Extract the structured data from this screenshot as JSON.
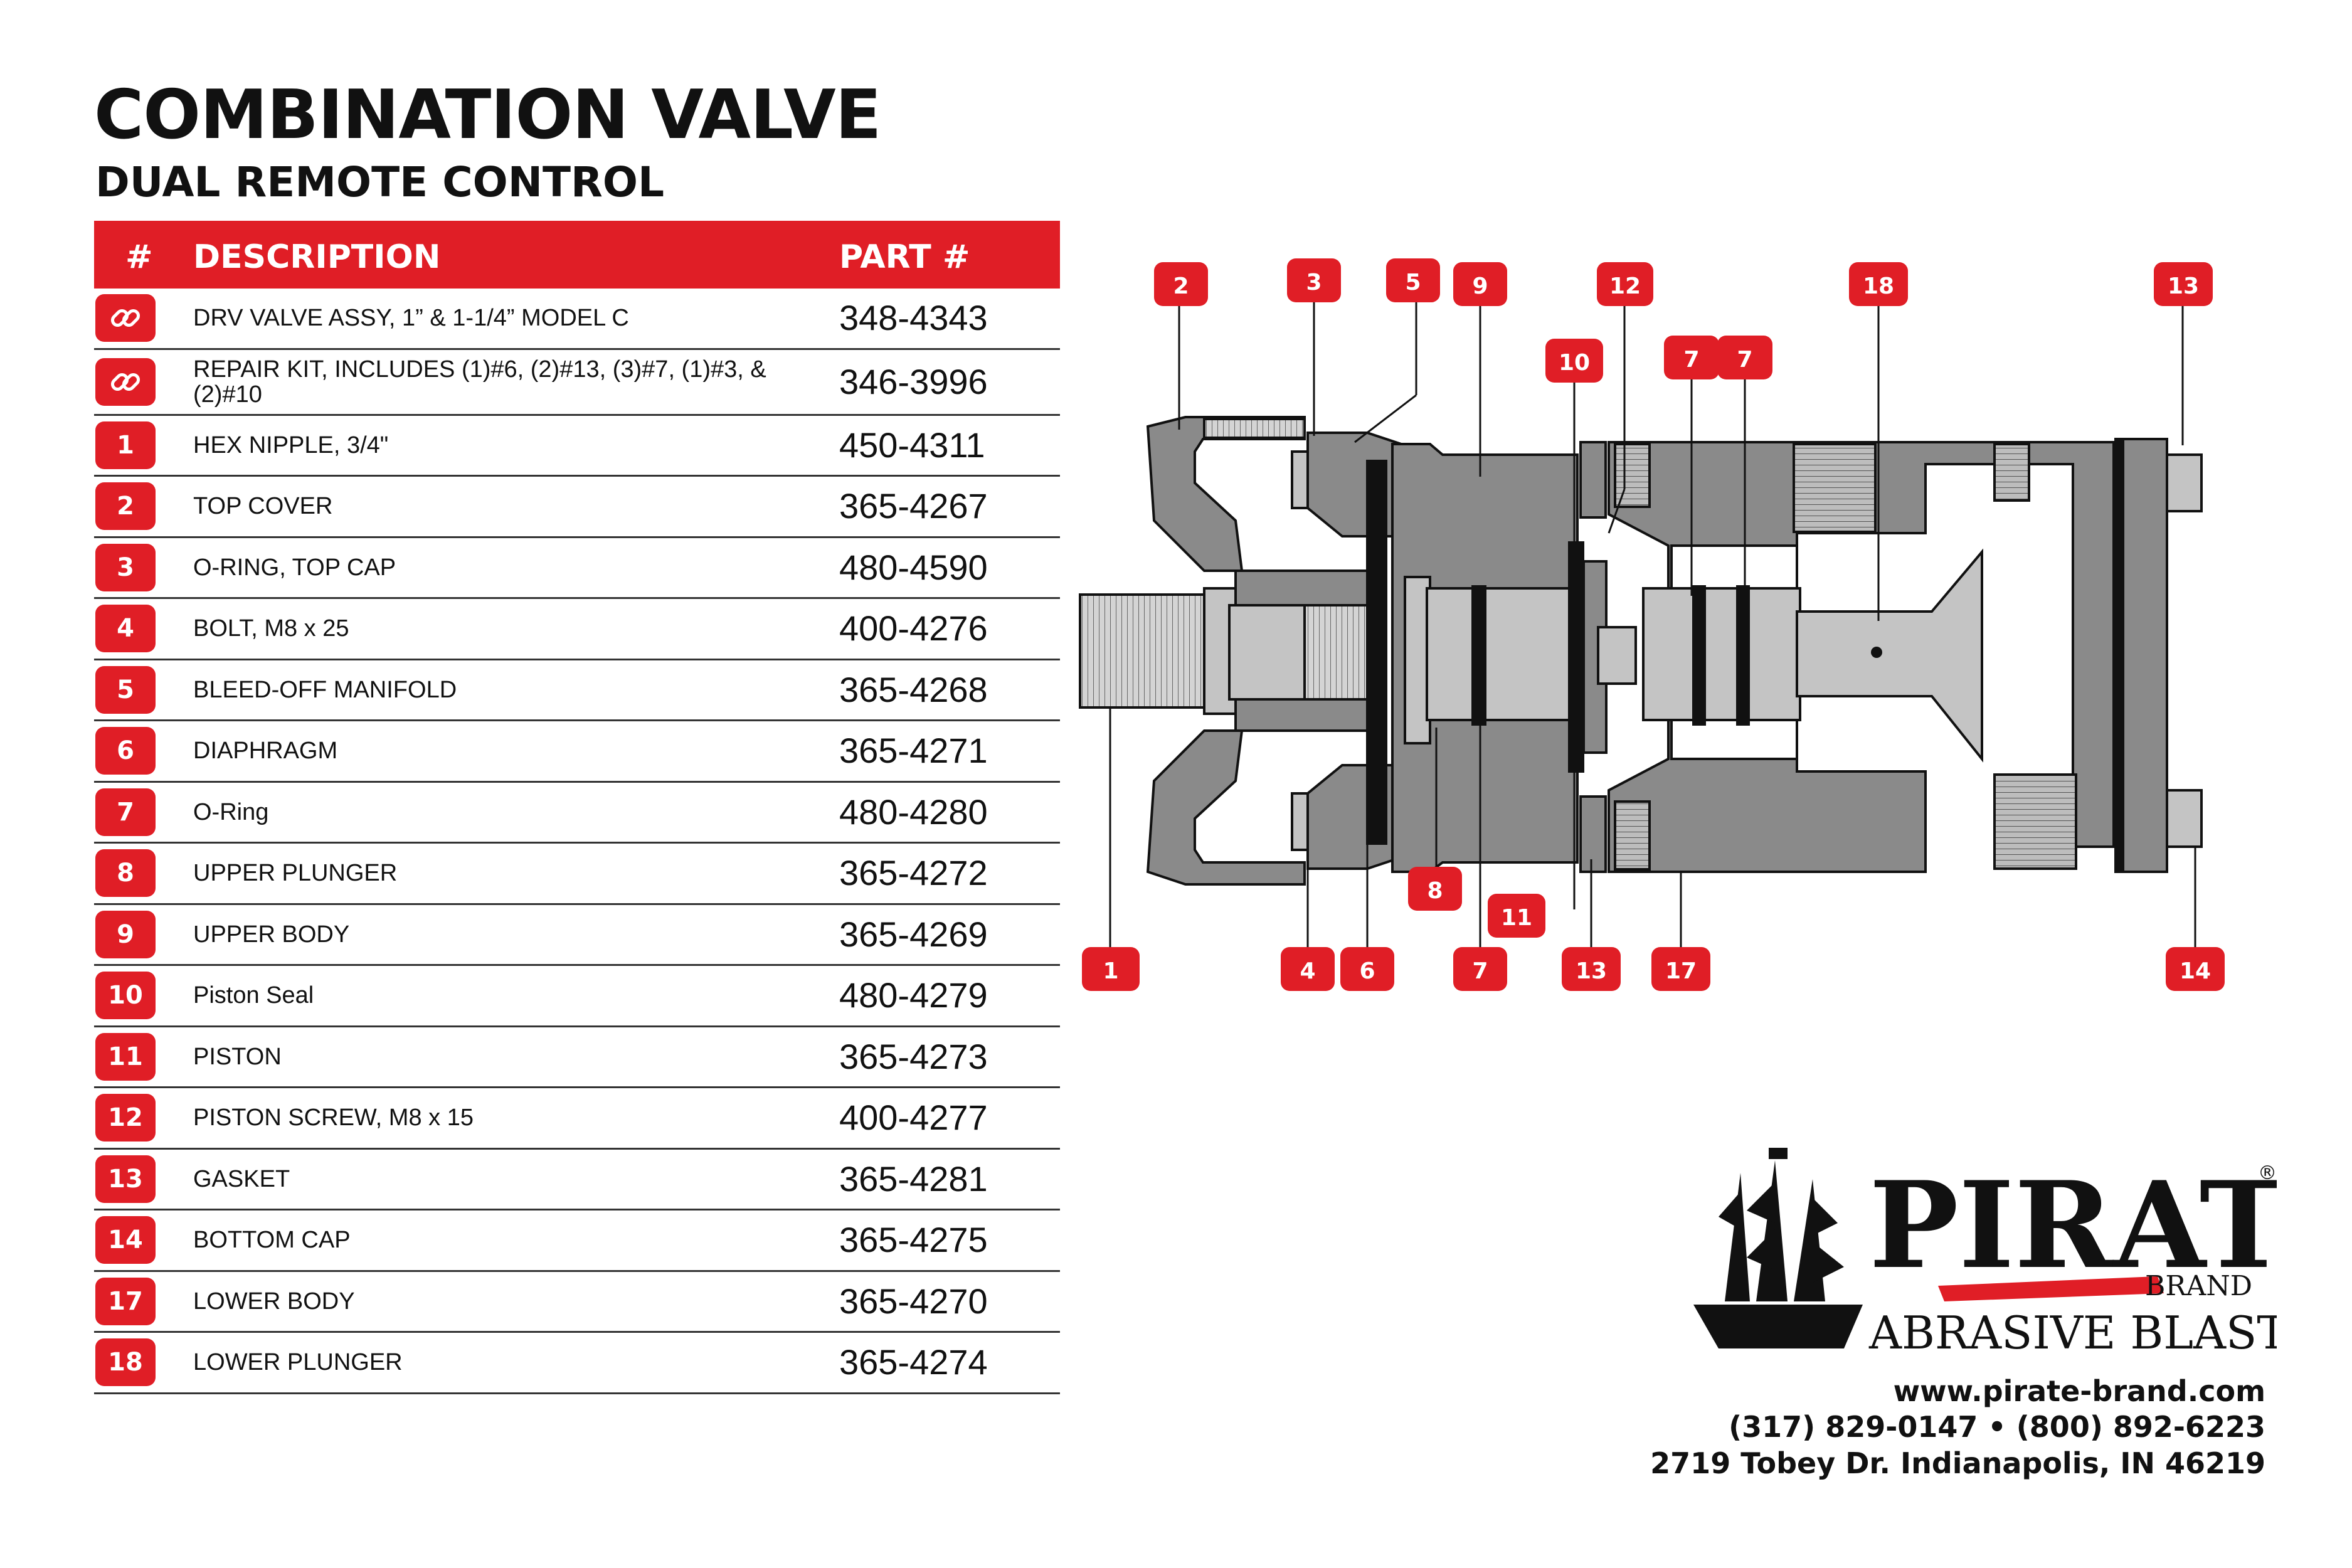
{
  "header": {
    "title": "COMBINATION VALVE",
    "subtitle": "DUAL REMOTE CONTROL"
  },
  "table": {
    "col_num": "#",
    "col_desc": "DESCRIPTION",
    "col_part": "PART #",
    "rows": [
      {
        "num": "",
        "icon": "link-icon",
        "desc": "DRV VALVE ASSY, 1” & 1-1/4” MODEL C",
        "part": "348-4343"
      },
      {
        "num": "",
        "icon": "link-icon",
        "desc": "REPAIR KIT, INCLUDES (1)#6, (2)#13, (3)#7, (1)#3, & (2)#10",
        "part": "346-3996"
      },
      {
        "num": "1",
        "desc": "HEX NIPPLE, 3/4\"",
        "part": "450-4311"
      },
      {
        "num": "2",
        "desc": "TOP COVER",
        "part": "365-4267"
      },
      {
        "num": "3",
        "desc": "O-RING, TOP CAP",
        "part": "480-4590"
      },
      {
        "num": "4",
        "desc": "BOLT, M8 x 25",
        "part": "400-4276"
      },
      {
        "num": "5",
        "desc": "BLEED-OFF MANIFOLD",
        "part": "365-4268"
      },
      {
        "num": "6",
        "desc": "DIAPHRAGM",
        "part": "365-4271"
      },
      {
        "num": "7",
        "desc": "O-Ring",
        "part": "480-4280"
      },
      {
        "num": "8",
        "desc": "UPPER PLUNGER",
        "part": "365-4272"
      },
      {
        "num": "9",
        "desc": "UPPER BODY",
        "part": "365-4269"
      },
      {
        "num": "10",
        "desc": "Piston Seal",
        "part": "480-4279"
      },
      {
        "num": "11",
        "desc": "PISTON",
        "part": "365-4273"
      },
      {
        "num": "12",
        "desc": "PISTON SCREW, M8 x 15",
        "part": "400-4277"
      },
      {
        "num": "13",
        "desc": "GASKET",
        "part": "365-4281"
      },
      {
        "num": "14",
        "desc": "BOTTOM CAP",
        "part": "365-4275"
      },
      {
        "num": "17",
        "desc": "LOWER BODY",
        "part": "365-4270"
      },
      {
        "num": "18",
        "desc": "LOWER PLUNGER",
        "part": "365-4274"
      }
    ]
  },
  "diagram": {
    "callouts_top": [
      "2",
      "3",
      "5",
      "9",
      "12",
      "18",
      "13",
      "10",
      "7",
      "7"
    ],
    "callouts_bottom": [
      "1",
      "4",
      "6",
      "7",
      "13",
      "17",
      "14",
      "8",
      "11"
    ]
  },
  "brand": {
    "name": "PIRATE",
    "registered": "®",
    "brand_word": "BRAND",
    "tagline": "ABRASIVE BLASTING",
    "website": "www.pirate-brand.com",
    "phones": "(317) 829-0147 • (800) 892-6223",
    "address": "2719 Tobey Dr. Indianapolis, IN 46219"
  },
  "colors": {
    "accent": "#e01e26",
    "body_gray": "#8a8a8a",
    "light_gray": "#c4c4c4"
  }
}
